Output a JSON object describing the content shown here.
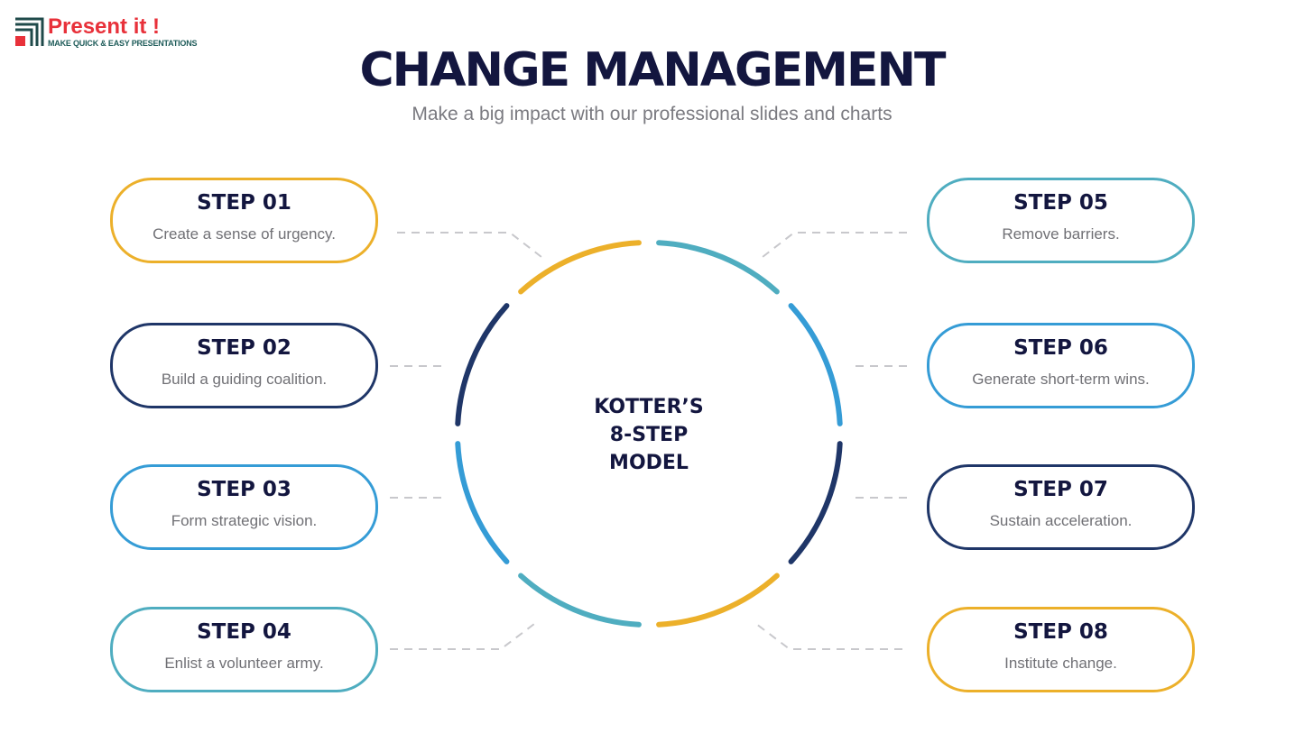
{
  "logo": {
    "name": "Present it !",
    "tagline": "MAKE QUICK & EASY PRESENTATIONS"
  },
  "header": {
    "title": "CHANGE MANAGEMENT",
    "subtitle": "Make a big impact with our professional slides and charts"
  },
  "center": {
    "line1": "KOTTER’S",
    "line2": "8-STEP",
    "line3": "MODEL"
  },
  "colors": {
    "yellow": "#ECB02A",
    "teal": "#4FADC0",
    "blue": "#359CD6",
    "navy": "#1F3668"
  },
  "steps": [
    {
      "label": "STEP 01",
      "text": "Create a sense of urgency.",
      "color": "#ECB02A"
    },
    {
      "label": "STEP 02",
      "text": "Build a guiding coalition.",
      "color": "#1F3668"
    },
    {
      "label": "STEP 03",
      "text": "Form strategic vision.",
      "color": "#359CD6"
    },
    {
      "label": "STEP 04",
      "text": "Enlist a volunteer army.",
      "color": "#4FADC0"
    },
    {
      "label": "STEP 05",
      "text": "Remove barriers.",
      "color": "#4FADC0"
    },
    {
      "label": "STEP 06",
      "text": "Generate short-term wins.",
      "color": "#359CD6"
    },
    {
      "label": "STEP 07",
      "text": "Sustain acceleration.",
      "color": "#1F3668"
    },
    {
      "label": "STEP 08",
      "text": "Institute change.",
      "color": "#ECB02A"
    }
  ],
  "ring_segments": [
    "#4FADC0",
    "#359CD6",
    "#1F3668",
    "#ECB02A",
    "#4FADC0",
    "#359CD6",
    "#1F3668",
    "#ECB02A"
  ]
}
